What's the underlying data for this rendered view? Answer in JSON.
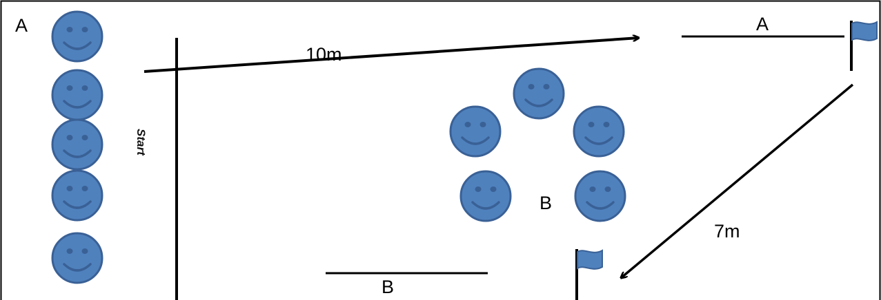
{
  "labels": {
    "team_a_left": "A",
    "team_a_marker": "A",
    "distance_top": "10m",
    "team_b_group": "B",
    "distance_diag": "7m",
    "team_b_marker": "B",
    "start": "Start"
  },
  "colors": {
    "smiley_fill": "#4f81bd",
    "smiley_stroke": "#3a6196",
    "flag_fill": "#4f81bd",
    "line": "#000000"
  },
  "icons": {
    "player": "smiley-face-icon",
    "flag": "flag-icon"
  }
}
